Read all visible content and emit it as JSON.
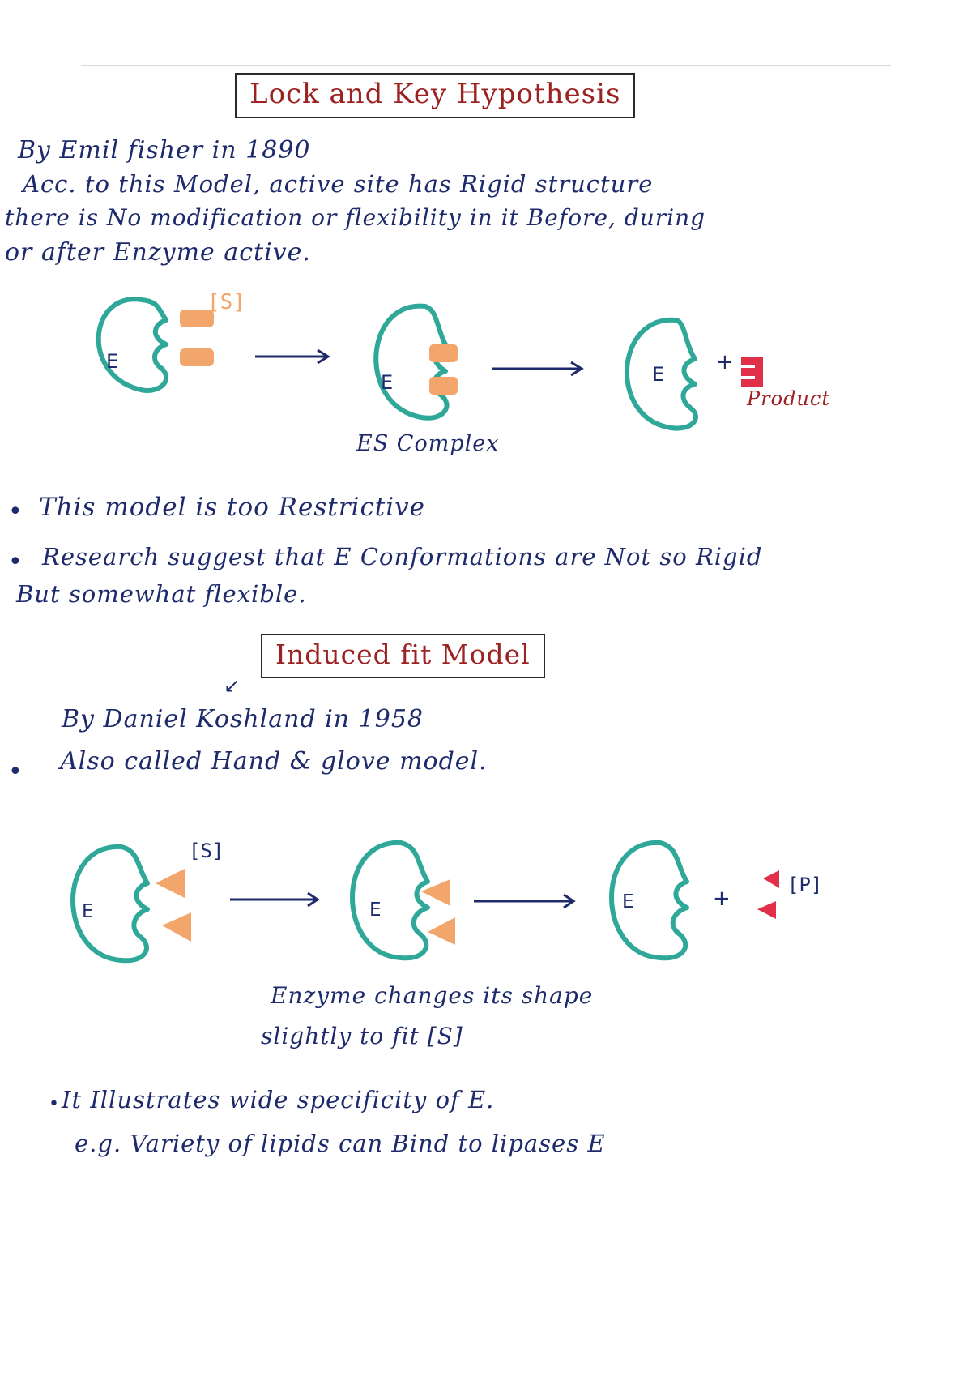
{
  "lock_key": {
    "title": "Lock and Key Hypothesis",
    "line1": "By Emil fisher in 1890",
    "line2": "Acc. to this Model, active site has Rigid structure",
    "line3": "there is No modification or flexibility in it Before, during",
    "line4": "or after Enzyme active.",
    "diagram": {
      "substrate_label": "[S]",
      "enzyme_label": "E",
      "plus": "+",
      "product_label": "Product",
      "complex_label": "ES Complex"
    },
    "bullet1": "This model is too Restrictive",
    "bullet2_line1": "Research suggest that E Conformations are Not so Rigid",
    "bullet2_line2": "But somewhat flexible."
  },
  "induced_fit": {
    "title": "Induced fit Model",
    "line1": "By Daniel Koshland in 1958",
    "bullet1": "Also called Hand & glove model.",
    "diagram": {
      "substrate_label": "[S]",
      "enzyme_label": "E",
      "plus": "+",
      "product_label": "[P]"
    },
    "caption_line1": "Enzyme changes its shape",
    "caption_line2": "slightly to fit [S]",
    "bullet2": "It Illustrates wide specificity of E.",
    "example": "e.g. Variety of lipids can Bind to lipases E"
  },
  "colors": {
    "ink": "#1d2a6b",
    "title_red": "#9c2222",
    "enzyme_teal": "#2fa89a",
    "substrate_orange": "#f2a66b",
    "product_red": "#e0304a"
  }
}
